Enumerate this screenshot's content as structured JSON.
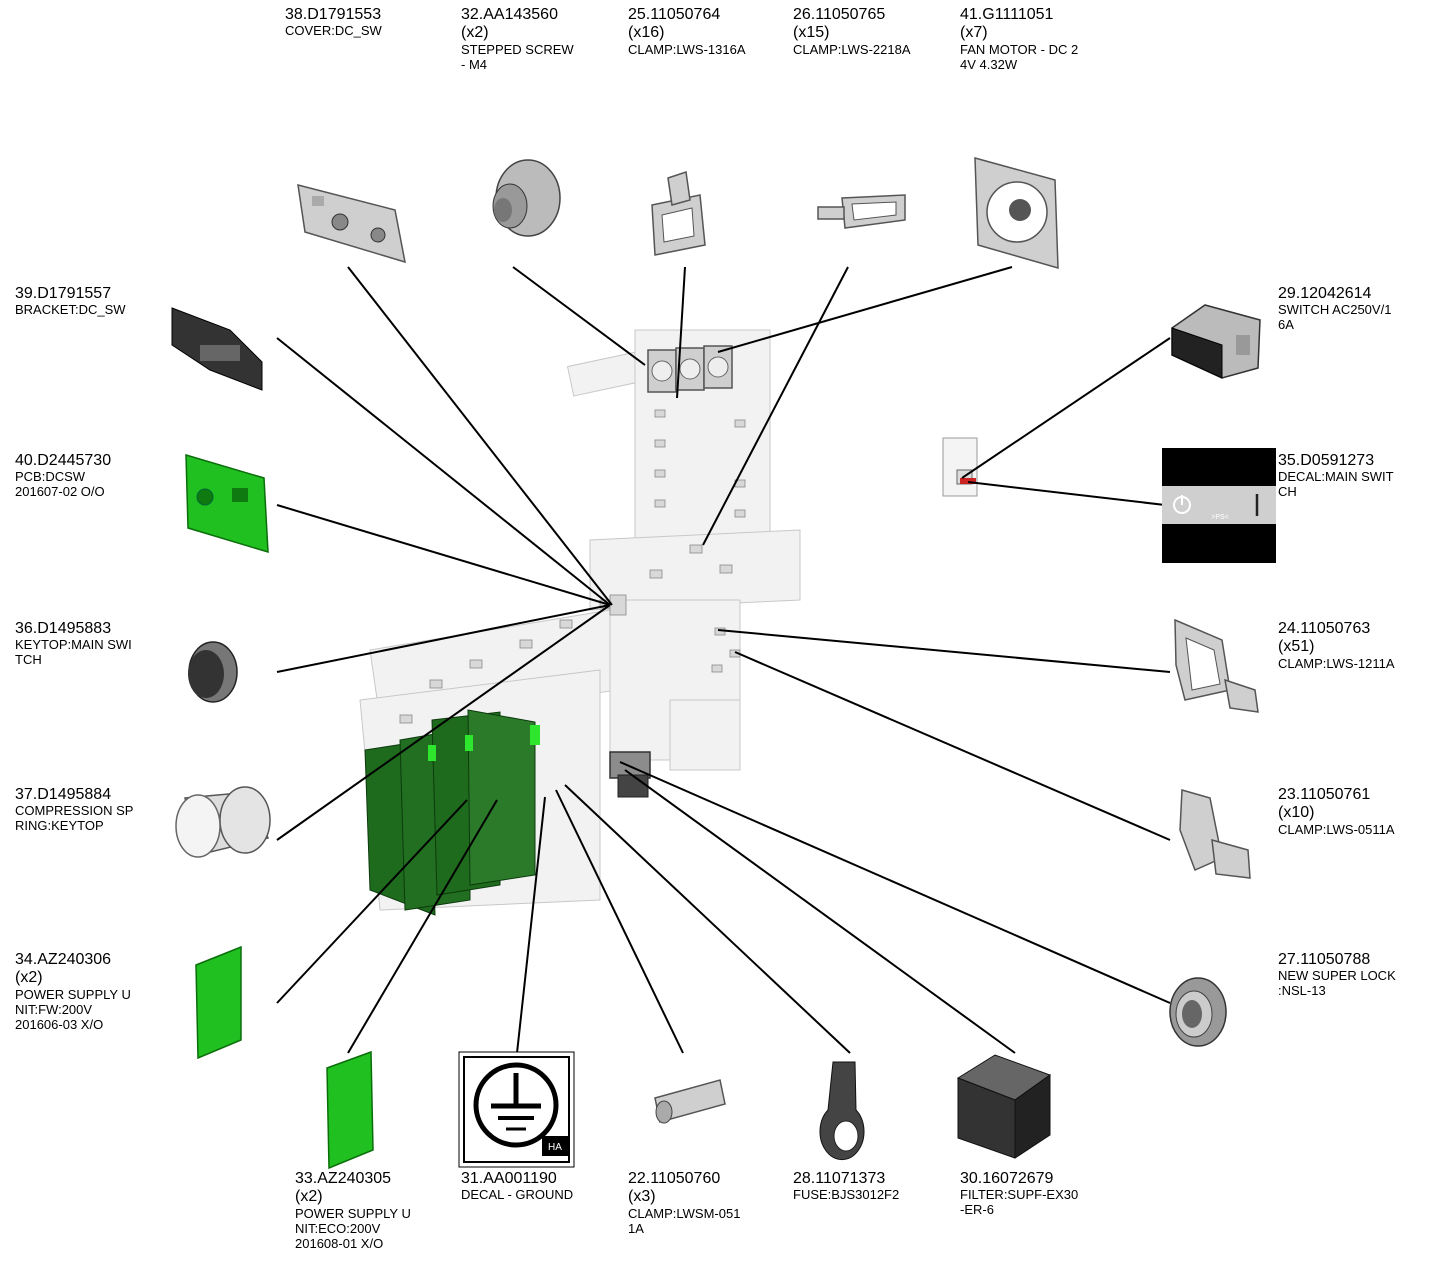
{
  "parts": [
    {
      "id": "p38",
      "number": "38.D1791553",
      "qty": "",
      "desc": "COVER:DC_SW",
      "icon": "cover-icon"
    },
    {
      "id": "p32",
      "number": "32.AA143560",
      "qty": "(x2)",
      "desc": "STEPPED SCREW\n- M4",
      "icon": "screw-icon"
    },
    {
      "id": "p25",
      "number": "25.11050764",
      "qty": "(x16)",
      "desc": "CLAMP:LWS-1316A",
      "icon": "clamp-icon"
    },
    {
      "id": "p26",
      "number": "26.11050765",
      "qty": "(x15)",
      "desc": "CLAMP:LWS-2218A",
      "icon": "clamp-icon"
    },
    {
      "id": "p41",
      "number": "41.G1111051",
      "qty": "(x7)",
      "desc": "FAN MOTOR - DC 2\n4V 4.32W",
      "icon": "fan-icon"
    },
    {
      "id": "p39",
      "number": "39.D1791557",
      "qty": "",
      "desc": "BRACKET:DC_SW",
      "icon": "bracket-icon"
    },
    {
      "id": "p40",
      "number": "40.D2445730",
      "qty": "",
      "desc": "PCB:DCSW\n201607-02 O/O",
      "icon": "pcb-icon"
    },
    {
      "id": "p36",
      "number": "36.D1495883",
      "qty": "",
      "desc": "KEYTOP:MAIN SWI\nTCH",
      "icon": "keytop-icon"
    },
    {
      "id": "p37",
      "number": "37.D1495884",
      "qty": "",
      "desc": "COMPRESSION SP\nRING:KEYTOP",
      "icon": "spring-icon"
    },
    {
      "id": "p34",
      "number": "34.AZ240306",
      "qty": "(x2)",
      "desc": "POWER SUPPLY U\nNIT:FW:200V\n201606-03 X/O",
      "icon": "power-supply-icon"
    },
    {
      "id": "p33",
      "number": "33.AZ240305",
      "qty": "(x2)",
      "desc": "POWER SUPPLY U\nNIT:ECO:200V\n201608-01 X/O",
      "icon": "power-supply-icon"
    },
    {
      "id": "p31",
      "number": "31.AA001190",
      "qty": "",
      "desc": "DECAL - GROUND",
      "icon": "ground-decal-icon"
    },
    {
      "id": "p22",
      "number": "22.11050760",
      "qty": "(x3)",
      "desc": "CLAMP:LWSM-051\n1A",
      "icon": "clamp-icon"
    },
    {
      "id": "p28",
      "number": "28.11071373",
      "qty": "",
      "desc": "FUSE:BJS3012F2",
      "icon": "fuse-icon"
    },
    {
      "id": "p30",
      "number": "30.16072679",
      "qty": "",
      "desc": "FILTER:SUPF-EX30\n-ER-6",
      "icon": "filter-icon"
    },
    {
      "id": "p29",
      "number": "29.12042614",
      "qty": "",
      "desc": "SWITCH AC250V/1\n6A",
      "icon": "switch-icon"
    },
    {
      "id": "p35",
      "number": "35.D0591273",
      "qty": "",
      "desc": "DECAL:MAIN SWIT\nCH",
      "icon": "switch-decal-icon"
    },
    {
      "id": "p24",
      "number": "24.11050763",
      "qty": "(x51)",
      "desc": "CLAMP:LWS-1211A",
      "icon": "clamp-icon"
    },
    {
      "id": "p23",
      "number": "23.11050761",
      "qty": "(x10)",
      "desc": "CLAMP:LWS-0511A",
      "icon": "clamp-icon"
    },
    {
      "id": "p27",
      "number": "27.11050788",
      "qty": "",
      "desc": "NEW SUPER LOCK\n:NSL-13",
      "icon": "lock-nut-icon"
    }
  ],
  "decal": {
    "switch_text": ">PS<",
    "ground_mark": "HA"
  },
  "colors": {
    "pcb_green": "#1fc01f",
    "psu_dark_green": "#1e6b1e",
    "fuse_red": "#cc2222"
  }
}
